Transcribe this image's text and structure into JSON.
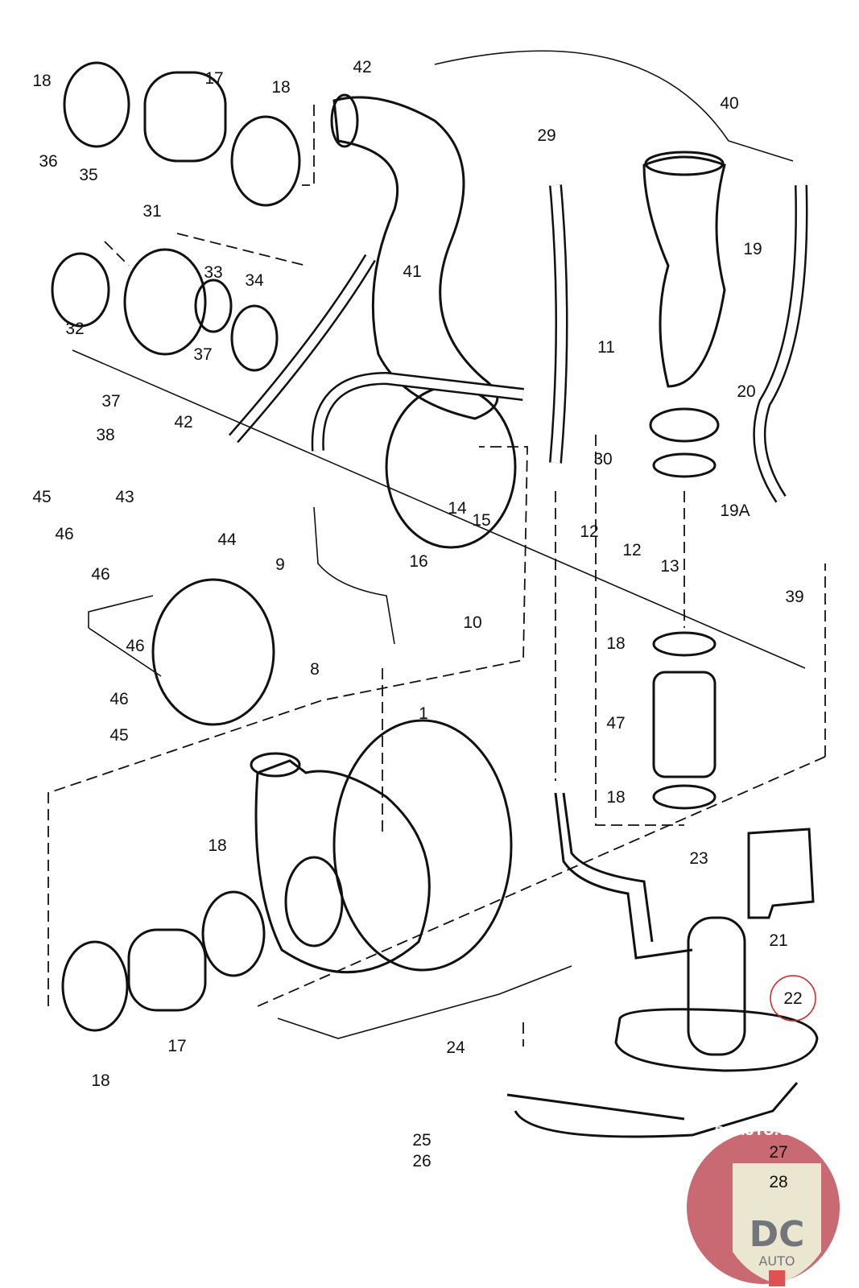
{
  "diagram": {
    "callouts": [
      "18",
      "17",
      "18",
      "42",
      "36",
      "35",
      "31",
      "29",
      "40",
      "19",
      "33",
      "34",
      "41",
      "32",
      "37",
      "11",
      "20",
      "37",
      "38",
      "42",
      "30",
      "14",
      "15",
      "12",
      "12",
      "13",
      "19A",
      "45",
      "43",
      "46",
      "44",
      "16",
      "9",
      "46",
      "39",
      "10",
      "46",
      "18",
      "8",
      "46",
      "45",
      "1",
      "47",
      "18",
      "23",
      "18",
      "21",
      "22",
      "24",
      "17",
      "18",
      "25",
      "26",
      "27",
      "28"
    ],
    "highlighted_callout": "22",
    "highlight_color": "#d42020"
  },
  "watermark": {
    "site": "DCAUTO.COM",
    "letters": "DC",
    "word": "AUTO",
    "colors": {
      "badge": "#c0505a",
      "shield": "#e8e2c8",
      "text": "#5a5e66",
      "stripe": "#d33"
    }
  }
}
